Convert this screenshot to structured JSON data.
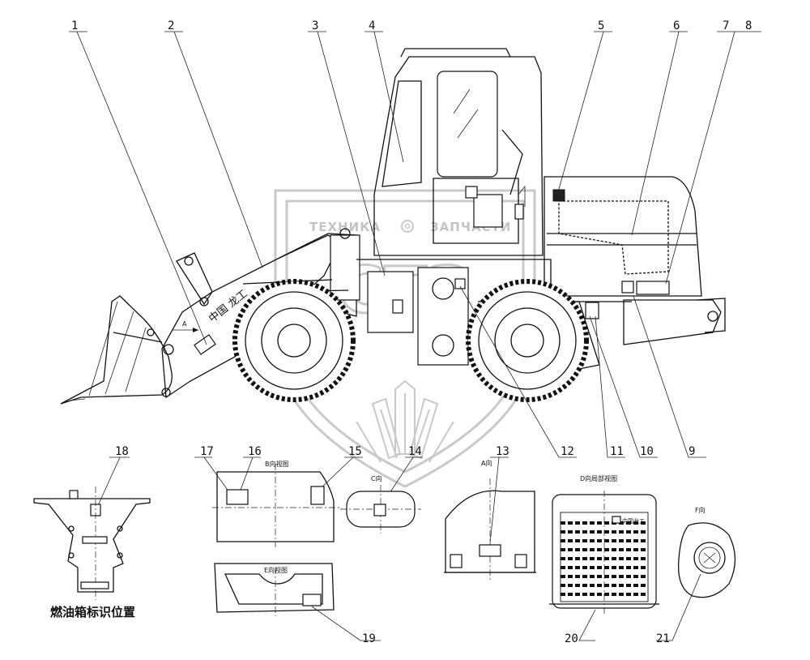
{
  "watermark": {
    "left_text": "ТЕХНИКА",
    "right_text": "ЗАПЧАСТИ"
  },
  "callouts": [
    "1",
    "2",
    "3",
    "4",
    "5",
    "6",
    "7",
    "8",
    "9",
    "10",
    "11",
    "12",
    "13",
    "14",
    "15",
    "16",
    "17",
    "18",
    "19",
    "20",
    "21"
  ],
  "views": {
    "a_arrow_label": "A",
    "view_b_title": "B向视图",
    "view_c_title": "C向",
    "view_a_title": "A向",
    "view_d_title": "D向局部视图",
    "view_e_title": "E向视图",
    "view_f_title": "F向"
  },
  "fuel_tank_caption": "燃油箱标识位置",
  "decals": {
    "boom_text": "中国 龙工",
    "radiator_brand": "中国龙工"
  }
}
